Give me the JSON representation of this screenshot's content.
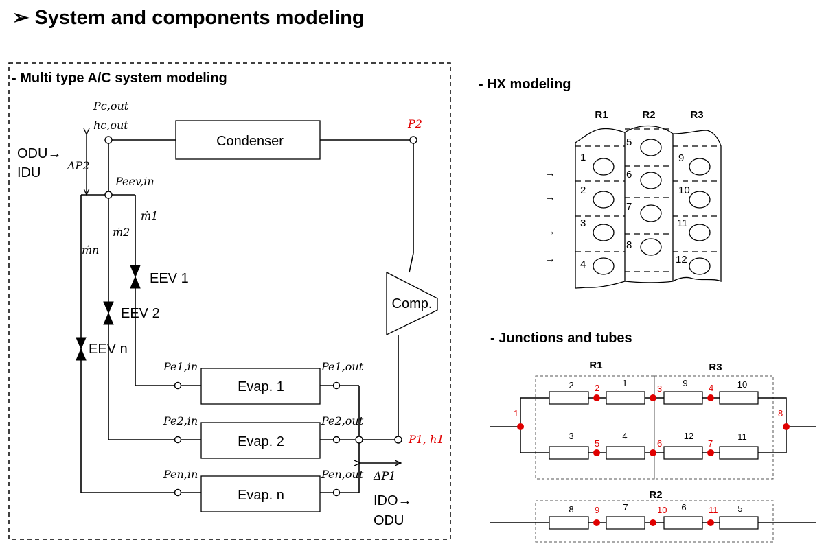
{
  "title": "➢ System and components modeling",
  "ac_section": {
    "title": "- Multi type A/C system modeling",
    "condenser": "Condenser",
    "compressor": "Comp.",
    "evaporators": [
      "Evap. 1",
      "Evap. 2",
      "Evap. n"
    ],
    "eevs": [
      "EEV 1",
      "EEV 2",
      "EEV n"
    ],
    "odu_idu": [
      "ODU→",
      "IDU"
    ],
    "ido_odu": [
      "IDO→",
      "ODU"
    ],
    "labels": {
      "pc_out": "Pc,out",
      "hc_out": "hc,out",
      "p2": "P2",
      "dp2": "ΔP2",
      "peev_in": "Peev,in",
      "m1": "ṁ1",
      "m2": "ṁ2",
      "mn": "ṁn",
      "pe1_in": "Pe1,in",
      "pe1_out": "Pe1,out",
      "pe2_in": "Pe2,in",
      "pe2_out": "Pe2,out",
      "pen_in": "Pen,in",
      "pen_out": "Pen,out",
      "p1h1": "P1, h1",
      "dp1": "ΔP1"
    }
  },
  "hx_section": {
    "title": "- HX modeling",
    "rows": [
      "R1",
      "R2",
      "R3"
    ],
    "cells_r1": [
      "1",
      "2",
      "3",
      "4"
    ],
    "cells_r2": [
      "5",
      "6",
      "7",
      "8"
    ],
    "cells_r3": [
      "9",
      "10",
      "11",
      "12"
    ],
    "arrow": "→"
  },
  "jt_section": {
    "title": "- Junctions and tubes",
    "groups": [
      "R1",
      "R3",
      "R2"
    ],
    "upper_tubes": [
      "2",
      "1",
      "9",
      "10"
    ],
    "upper_junctions": [
      "2",
      "3",
      "4"
    ],
    "lower_tubes": [
      "3",
      "4",
      "12",
      "11"
    ],
    "lower_junctions": [
      "5",
      "6",
      "7"
    ],
    "end_junctions": [
      "1",
      "8"
    ],
    "r2_tubes": [
      "8",
      "7",
      "6",
      "5"
    ],
    "r2_junctions": [
      "9",
      "10",
      "11"
    ]
  },
  "colors": {
    "highlight": "#e00000",
    "line": "#000000"
  }
}
